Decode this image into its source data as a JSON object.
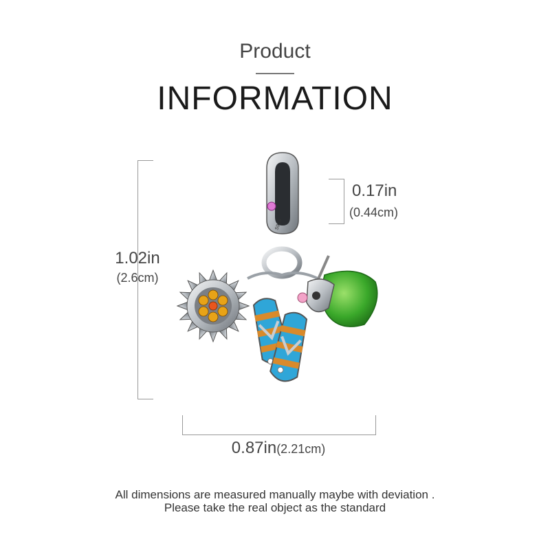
{
  "header": {
    "subtitle": "Product",
    "title": "INFORMATION"
  },
  "dimensions": {
    "height_in": "1.02in",
    "height_cm": "(2.6cm)",
    "ring_in": "0.17in",
    "ring_cm": "(0.44cm)",
    "width_in": "0.87in",
    "width_cm": "(2.21cm)"
  },
  "charm": {
    "stamp": "S925",
    "colors": {
      "silver": "#c9cdd1",
      "flower_gold": "#e8a317",
      "flower_center": "#e9561e",
      "pink_stone": "#e07ad6",
      "slipper_blue": "#2fa6d8",
      "slipper_orange": "#d98a2b",
      "fruit_green": "#3aa82a"
    }
  },
  "footer": {
    "line1": "All dimensions are measured manually maybe with deviation .",
    "line2": "Please take the real object as the standard"
  }
}
